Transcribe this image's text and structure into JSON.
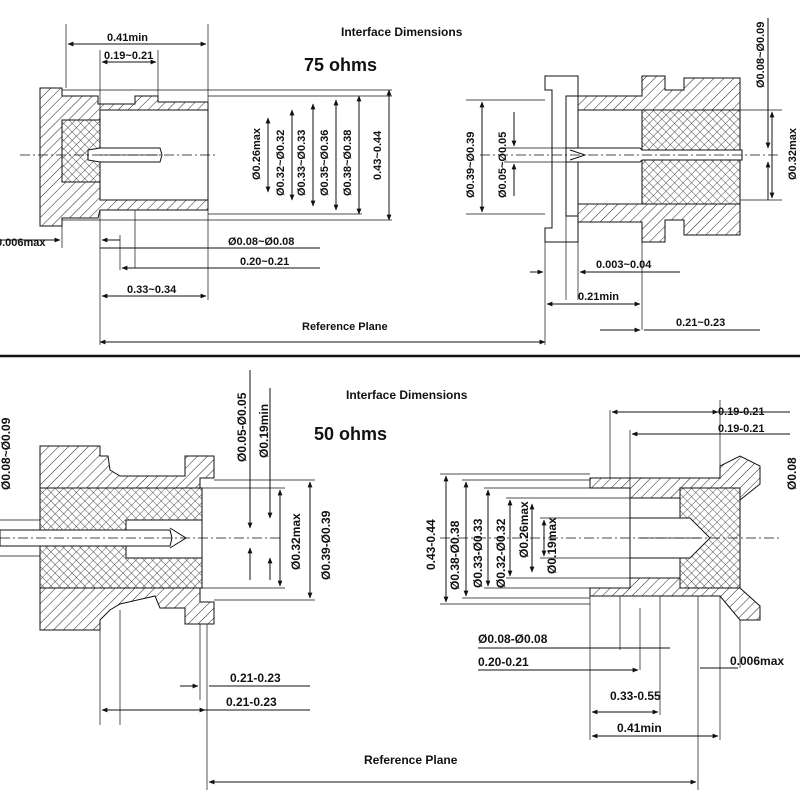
{
  "top": {
    "title": "Interface Dimensions",
    "impedance": "75 ohms",
    "left": {
      "d041min": "0.41min",
      "d019_021": "0.19~0.21",
      "phi026max": "Ø0.26max",
      "phi032_032": "Ø0.32~Ø0.32",
      "phi033_033": "Ø0.33~Ø0.33",
      "phi035_036": "Ø0.35~Ø0.36",
      "phi038_038": "Ø0.38~Ø0.38",
      "d043_044": "0.43~0.44",
      "d0006max": "0.006max",
      "phi008_008": "Ø0.08~Ø0.08",
      "d020_021": "0.20~0.21",
      "d033_034": "0.33~0.34"
    },
    "right": {
      "phi008_009": "Ø0.08~Ø0.09",
      "phi039_039": "Ø0.39~Ø0.39",
      "phi005_005": "Ø0.05~Ø0.05",
      "phi032max": "Ø0.32max",
      "d0003_004": "0.003~0.04",
      "d021min": "0.21min",
      "d021_023": "0.21~0.23"
    },
    "reference_plane": "Reference Plane"
  },
  "bottom": {
    "title": "Interface Dimensions",
    "impedance": "50 ohms",
    "left": {
      "edge_label": "Ø0.08~Ø0.09",
      "phi005_005": "Ø0.05-Ø0.05",
      "phi019min": "Ø0.19min",
      "phi032max": "Ø0.32max",
      "phi039_039": "Ø0.39-Ø0.39",
      "d021_023_a": "0.21-0.23",
      "d021_023_b": "0.21-0.23"
    },
    "right": {
      "d019_021_a": "0.19-0.21",
      "d019_021_b": "0.19-0.21",
      "edge_label": "Ø0.08",
      "d043_044": "0.43-0.44",
      "phi038_038": "Ø0.38-Ø0.38",
      "phi033_033": "Ø0.33-Ø0.33",
      "phi032_032": "Ø0.32-Ø0.32",
      "phi026max": "Ø0.26max",
      "phi019max": "Ø0.19max",
      "phi008_008": "Ø0.08-Ø0.08",
      "d020_021": "0.20-0.21",
      "d0006max": "0.006max",
      "d033_055": "0.33-0.55",
      "d041min": "0.41min"
    },
    "reference_plane": "Reference Plane"
  }
}
